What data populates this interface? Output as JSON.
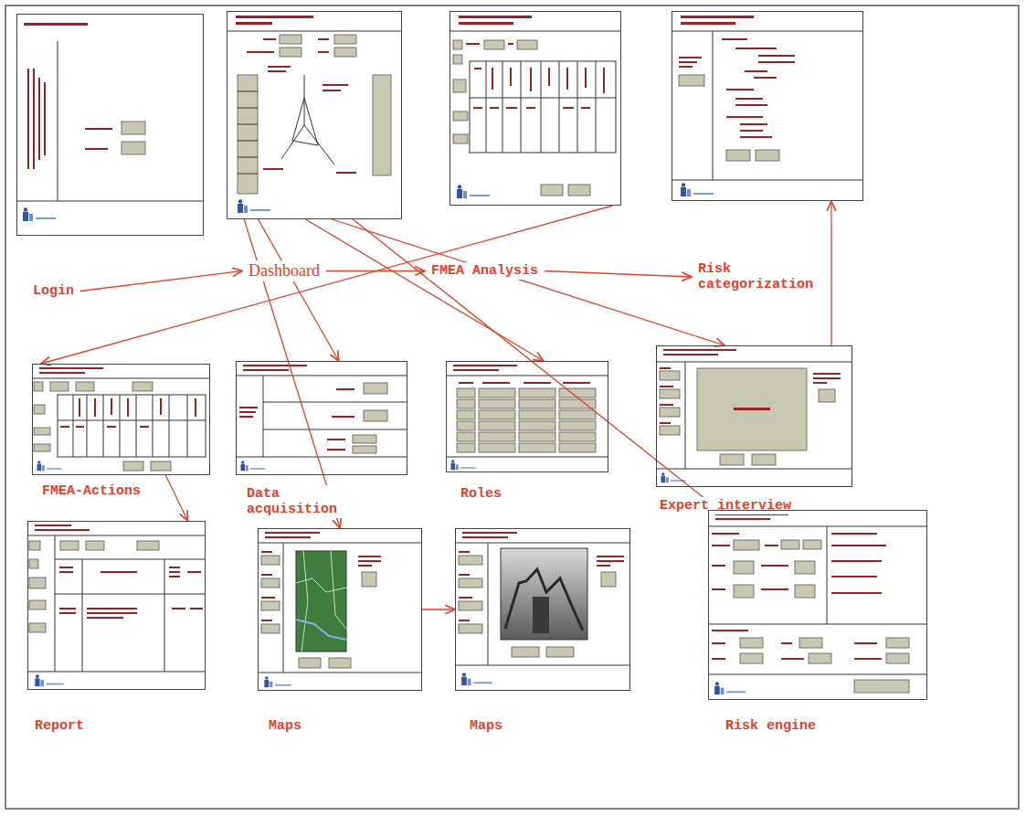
{
  "diagram": {
    "nodes": [
      {
        "text": [
          "Login"
        ]
      },
      {
        "text": [
          "Dashboard"
        ]
      },
      {
        "text": [
          "FMEA Analysis"
        ]
      },
      {
        "text": [
          "Risk categorization"
        ]
      },
      {
        "text": [
          "FMEA-Actions"
        ]
      },
      {
        "text": [
          "Data acquisition"
        ]
      },
      {
        "text": [
          "Roles"
        ]
      },
      {
        "text": [
          "Expert interview"
        ]
      },
      {
        "text": [
          "Report"
        ]
      },
      {
        "text": [
          "Maps"
        ]
      },
      {
        "text": [
          "Maps"
        ]
      },
      {
        "text": [
          "Risk engine"
        ]
      }
    ],
    "edges": [
      {
        "from": 0,
        "to": 1,
        "arrow": "to"
      },
      {
        "from": 1,
        "to": 2,
        "arrow": "to"
      },
      {
        "from": 2,
        "to": 3,
        "arrow": "to"
      },
      {
        "from": 7,
        "to": 3,
        "arrow": "to"
      },
      {
        "from": 2,
        "to": 4,
        "arrow": "to"
      },
      {
        "from": 1,
        "to": 5,
        "arrow": "to"
      },
      {
        "from": 1,
        "to": 9,
        "arrow": "to"
      },
      {
        "from": 1,
        "to": 6,
        "arrow": "to"
      },
      {
        "from": 1,
        "to": 7,
        "arrow": "to"
      },
      {
        "from": 1,
        "to": 11,
        "arrow": "to"
      },
      {
        "from": 4,
        "to": 8,
        "arrow": "to"
      },
      {
        "from": 9,
        "to": 10,
        "arrow": "to"
      }
    ]
  }
}
